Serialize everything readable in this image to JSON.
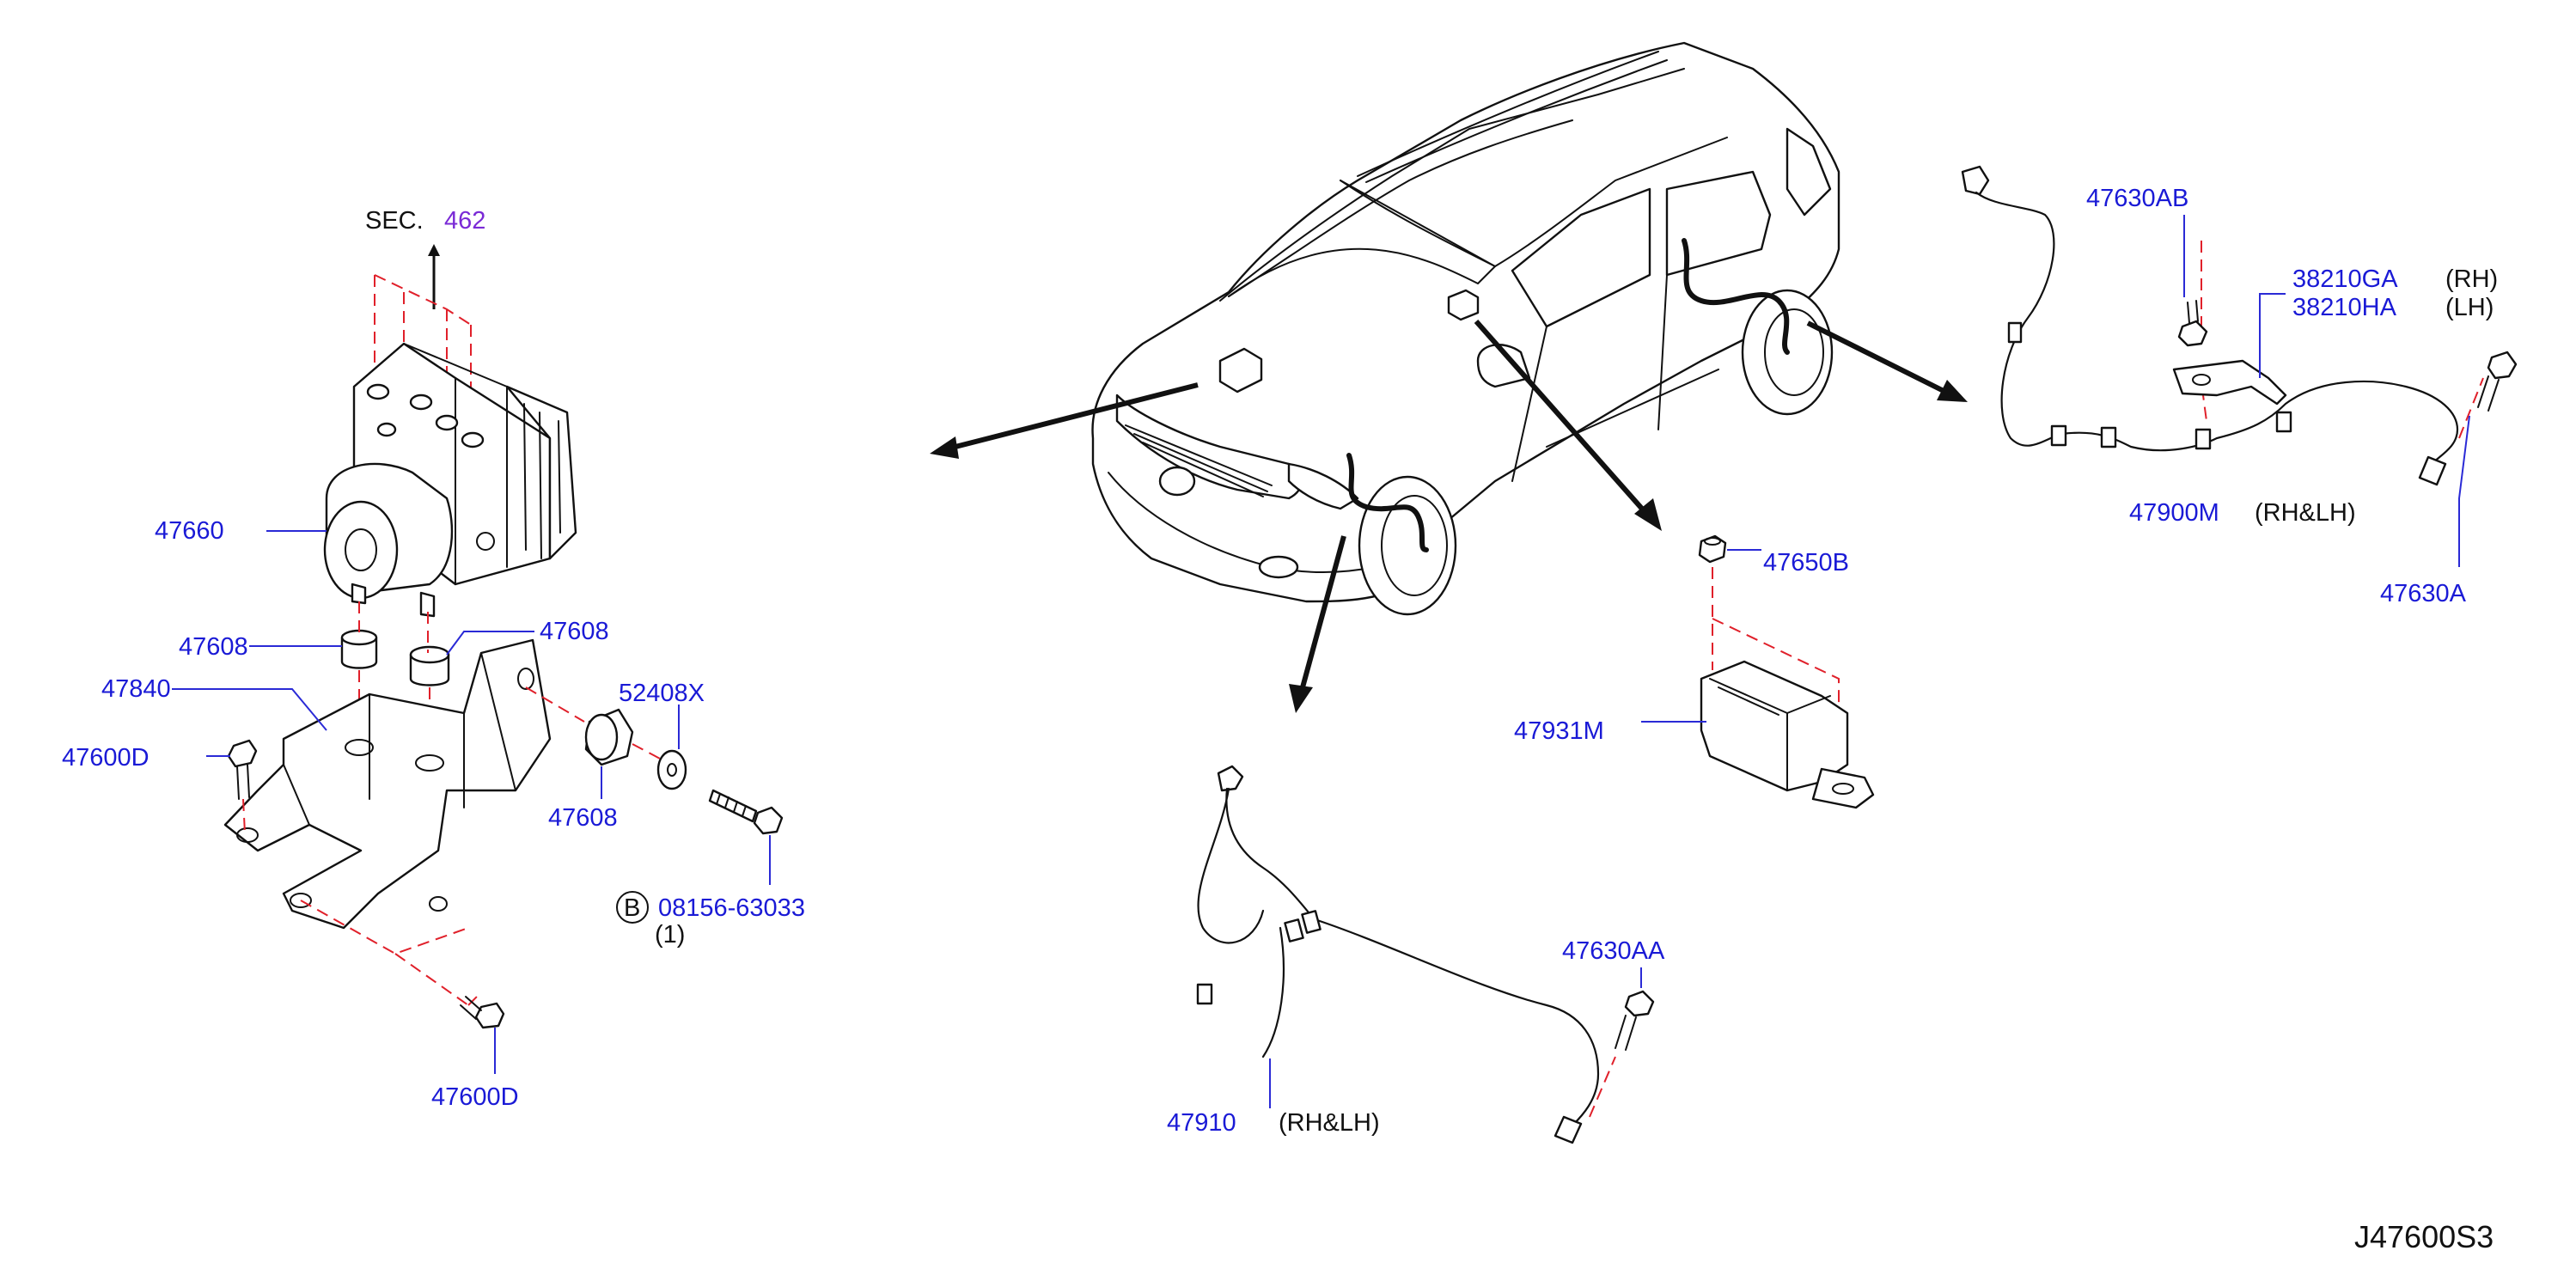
{
  "diagram": {
    "code": "J47600S3",
    "section_ref": {
      "prefix": "SEC.",
      "number": "462"
    },
    "labels": {
      "p47660": "47660",
      "p47608_left": "47608",
      "p47608_right": "47608",
      "p47608_lower": "47608",
      "p47840": "47840",
      "p47600D_upper": "47600D",
      "p47600D_lower": "47600D",
      "p52408X": "52408X",
      "p08156": "08156-63033",
      "p08156_qty": "(1)",
      "p08156_badge": "B",
      "p47910": "47910",
      "p47910_side": "(RH&LH)",
      "p47630AA": "47630AA",
      "p47650B": "47650B",
      "p47931M": "47931M",
      "p47630AB": "47630AB",
      "p38210GA": "38210GA",
      "p38210GA_side": "(RH)",
      "p38210HA": "38210HA",
      "p38210HA_side": "(LH)",
      "p47900M": "47900M",
      "p47900M_side": "(RH&LH)",
      "p47630A": "47630A"
    },
    "colors": {
      "label": "#1a1ad6",
      "section": "#7a2ad6",
      "line": "#111111",
      "dashed_guide": "#e0202a"
    }
  }
}
